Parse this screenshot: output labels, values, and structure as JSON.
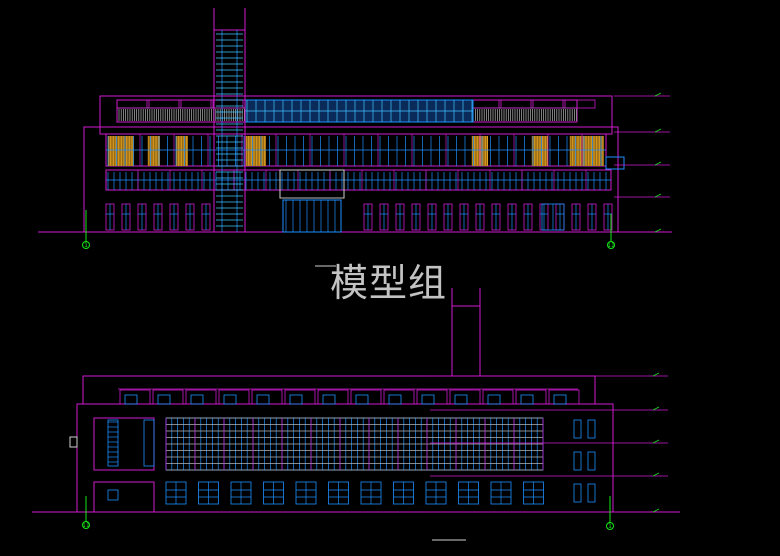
{
  "watermark": "模型组",
  "elevation_top": {
    "axis_left": "1",
    "axis_right": "11",
    "title": "",
    "notes": [
      "",
      "",
      "",
      ""
    ]
  },
  "elevation_bottom": {
    "axis_left": "11",
    "axis_right": "1",
    "title": "",
    "notes": [
      "",
      "",
      "",
      "",
      ""
    ]
  },
  "colors": {
    "background": "#000000",
    "outline": "#d01ad0",
    "glass": "#1e90ff",
    "glass_light": "#3fc6ff",
    "louver": "#e0a020",
    "grid": "#b5b5b5",
    "axis": "#19e619",
    "text": "#e8e8e8"
  }
}
